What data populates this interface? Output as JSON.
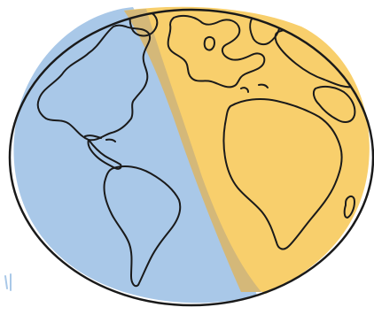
{
  "colors": {
    "ocean_blue": "#a9c8e8",
    "half_yellow": "#f8cf6c",
    "overlap_tan": "#d4b879",
    "outline": "#1a1a1a",
    "background": "#ffffff"
  },
  "illustration": {
    "subject": "globe-hand-drawn",
    "regions": [
      "americas-hemisphere",
      "europe-africa-hemisphere"
    ]
  }
}
